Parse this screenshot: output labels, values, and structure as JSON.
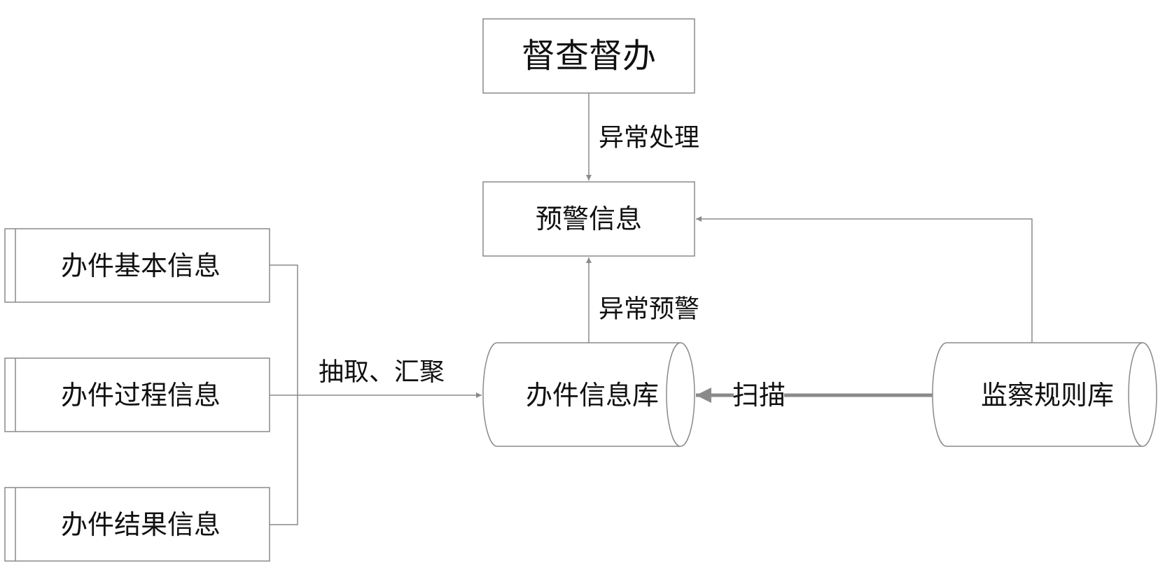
{
  "nodes": {
    "supervision": "督查督办",
    "warning_info": "预警信息",
    "case_basic": "办件基本信息",
    "case_process": "办件过程信息",
    "case_result": "办件结果信息",
    "case_db": "办件信息库",
    "rule_db": "监察规则库"
  },
  "edges": {
    "exception_handling": "异常处理",
    "exception_warning": "异常预警",
    "extract_aggregate": "抽取、汇聚",
    "scan": "扫描"
  },
  "colors": {
    "line": "#8a8a8a",
    "text": "#111111",
    "background": "#ffffff"
  }
}
